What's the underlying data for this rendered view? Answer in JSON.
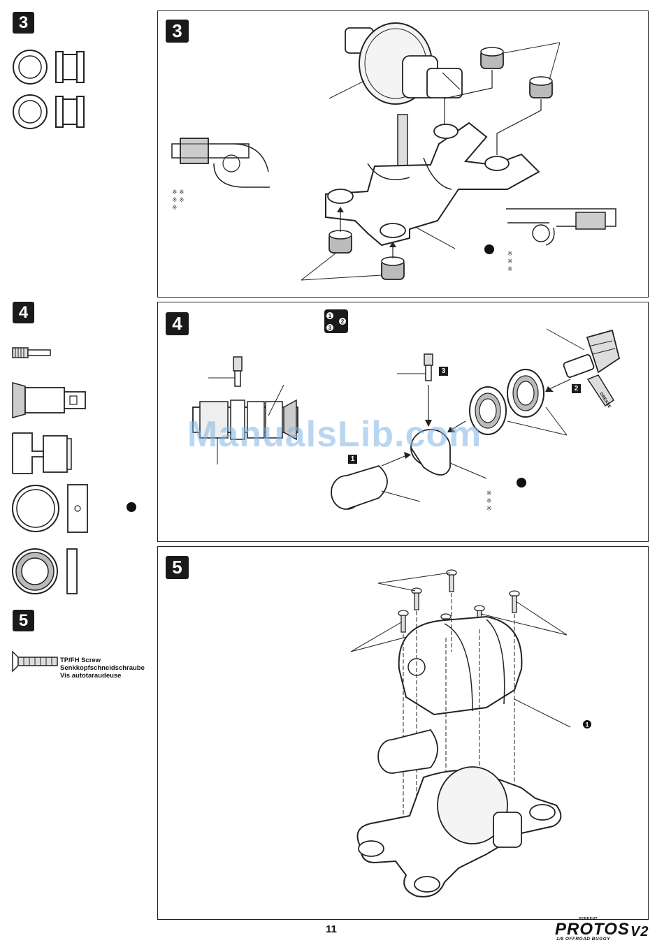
{
  "steps": {
    "s3": "3",
    "s4": "4",
    "s5": "5"
  },
  "sub_markers": {
    "m1": "1",
    "m2": "2",
    "m3": "3"
  },
  "grease_label": "GREASE",
  "parts_step5": {
    "screw_label_en": "TP/FH Screw",
    "screw_label_de": "Senkkopfschneidschraube",
    "screw_label_fr": "Vis autotaraudeuse"
  },
  "asterisk": "※ ※",
  "watermark": "ManualsLib.com",
  "step5_callout": "❶",
  "page_number": "11",
  "footer_logo": {
    "brand_top": "SERPENT",
    "brand": "PROTOS",
    "subtitle": "1/8 OFFROAD BUGGY",
    "version": "V2"
  }
}
